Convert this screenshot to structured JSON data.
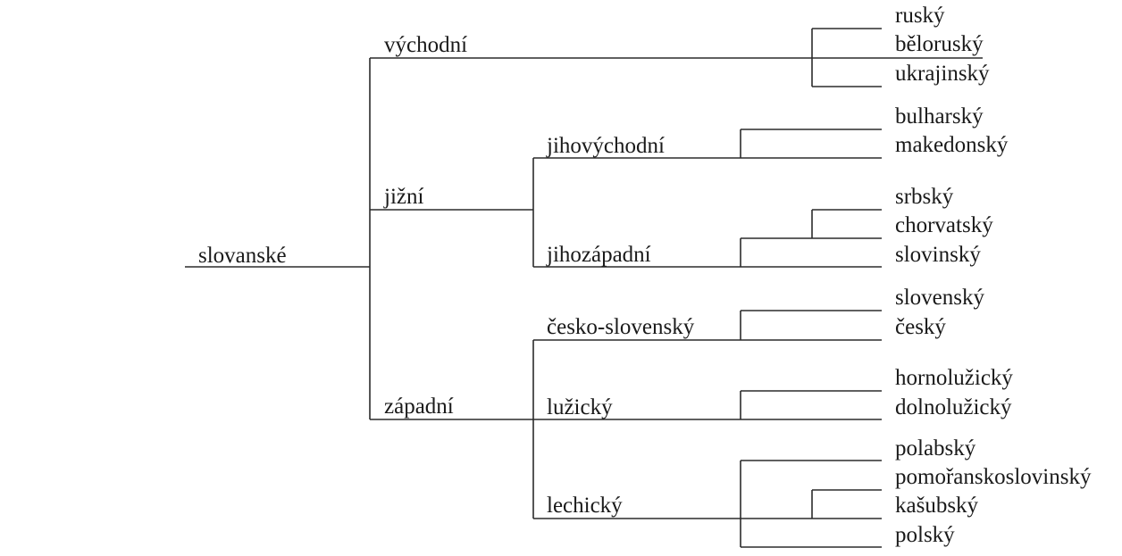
{
  "tree": {
    "root": "slovanské",
    "branches": [
      {
        "label": "východní",
        "groups": [
          {
            "label": "",
            "languages": [
              "ruský",
              "běloruský",
              "ukrajinský"
            ]
          }
        ]
      },
      {
        "label": "jižní",
        "groups": [
          {
            "label": "jihovýchodní",
            "languages": [
              "bulharský",
              "makedonský"
            ]
          },
          {
            "label": "jihozápadní",
            "languages": [
              "srbský",
              "chorvatský",
              "slovinský"
            ]
          }
        ]
      },
      {
        "label": "západní",
        "groups": [
          {
            "label": "česko-slovenský",
            "languages": [
              "slovenský",
              "český"
            ]
          },
          {
            "label": "lužický",
            "languages": [
              "hornolužický",
              "dolnolužický"
            ]
          },
          {
            "label": "lechický",
            "languages": [
              "polabský",
              "pomořanskoslovinský",
              "kašubský",
              "polský"
            ]
          }
        ]
      }
    ]
  }
}
